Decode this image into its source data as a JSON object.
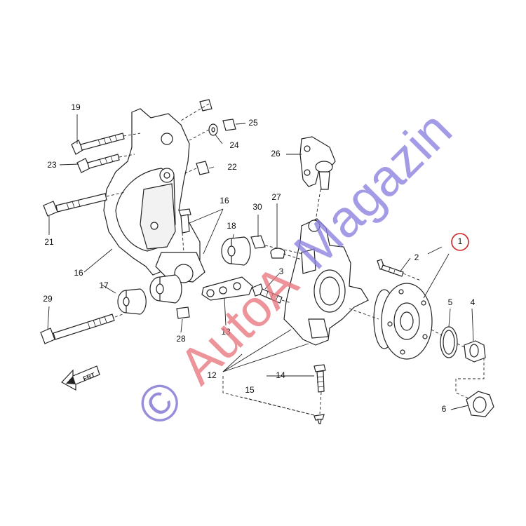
{
  "callouts": [
    {
      "id": "c1",
      "text": "1"
    },
    {
      "id": "c2",
      "text": "2"
    },
    {
      "id": "c3",
      "text": "3"
    },
    {
      "id": "c4",
      "text": "4"
    },
    {
      "id": "c5",
      "text": "5"
    },
    {
      "id": "c6",
      "text": "6"
    },
    {
      "id": "c12",
      "text": "12"
    },
    {
      "id": "c13",
      "text": "13"
    },
    {
      "id": "c14",
      "text": "14"
    },
    {
      "id": "c15",
      "text": "15"
    },
    {
      "id": "c16a",
      "text": "16"
    },
    {
      "id": "c16b",
      "text": "16"
    },
    {
      "id": "c17",
      "text": "17"
    },
    {
      "id": "c18",
      "text": "18"
    },
    {
      "id": "c19",
      "text": "19"
    },
    {
      "id": "c21",
      "text": "21"
    },
    {
      "id": "c22",
      "text": "22"
    },
    {
      "id": "c23",
      "text": "23"
    },
    {
      "id": "c24",
      "text": "24"
    },
    {
      "id": "c25",
      "text": "25"
    },
    {
      "id": "c26",
      "text": "26"
    },
    {
      "id": "c27",
      "text": "27"
    },
    {
      "id": "c28",
      "text": "28"
    },
    {
      "id": "c29",
      "text": "29"
    },
    {
      "id": "c30",
      "text": "30"
    }
  ],
  "front_arrow_label": "FRT",
  "watermark": {
    "copyright": "©",
    "brand_part1": "AutoA",
    "brand_part2": "Magazin",
    "color_copyright": "#7b6fd1",
    "color_brand1": "#e8767e",
    "color_brand2": "#8a7fe0"
  },
  "highlight_color": "#cc2222"
}
